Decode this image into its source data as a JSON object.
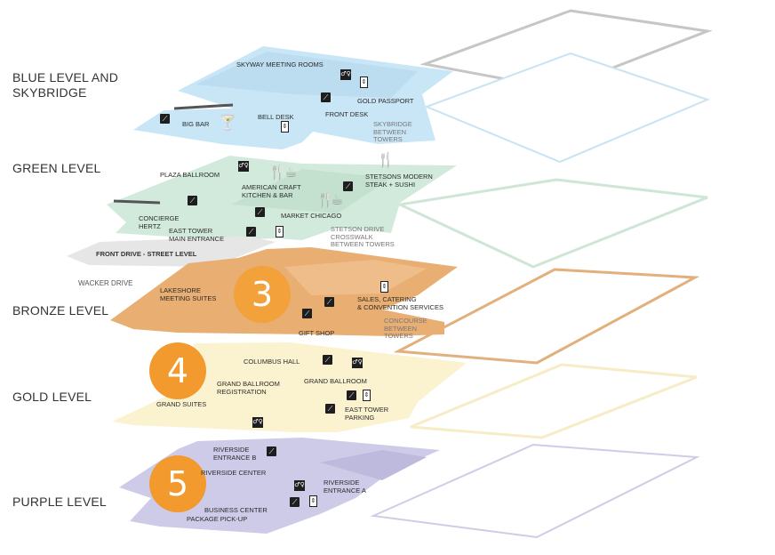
{
  "levels": {
    "blue": [
      "BLUE LEVEL AND",
      "SKYBRIDGE"
    ],
    "green": "GREEN LEVEL",
    "bronze": "BRONZE LEVEL",
    "gold": "GOLD LEVEL",
    "purple": "PURPLE LEVEL"
  },
  "badges": {
    "bronze": "3",
    "gold": "4",
    "purple": "5"
  },
  "places": {
    "skyway_meeting_rooms": "SKYWAY MEETING ROOMS",
    "gold_passport": "GOLD PASSPORT",
    "front_desk": "FRONT DESK",
    "big_bar": "BIG BAR",
    "bell_desk": "BELL DESK",
    "skybridge": [
      "SKYBRIDGE",
      "BETWEEN",
      "TOWERS"
    ],
    "plaza_ballroom": "PLAZA BALLROOM",
    "american_craft": [
      "AMERICAN CRAFT",
      "KITCHEN & BAR"
    ],
    "stetsons": [
      "STETSONS MODERN",
      "STEAK + SUSHI"
    ],
    "market_chicago": "MARKET CHICAGO",
    "concierge": [
      "CONCIERGE",
      "HERTZ"
    ],
    "east_tower_main": [
      "EAST TOWER",
      "MAIN ENTRANCE"
    ],
    "stetson_drive": [
      "STETSON DRIVE",
      "CROSSWALK",
      "BETWEEN TOWERS"
    ],
    "front_drive": "FRONT DRIVE - STREET LEVEL",
    "wacker_drive": "WACKER DRIVE",
    "lakeshore": [
      "LAKESHORE",
      "MEETING SUITES"
    ],
    "sales": [
      "SALES, CATERING",
      "& CONVENTION SERVICES"
    ],
    "concourse": [
      "CONCOURSE",
      "BETWEEN",
      "TOWERS"
    ],
    "gift_shop": "GIFT SHOP",
    "columbus_hall": "COLUMBUS HALL",
    "grand_ballroom_reg": [
      "GRAND BALLROOM",
      "REGISTRATION"
    ],
    "grand_ballroom": "GRAND BALLROOM",
    "grand_suites": "GRAND SUITES",
    "east_tower_parking": [
      "EAST TOWER",
      "PARKING"
    ],
    "riverside_b": [
      "RIVERSIDE",
      "ENTRANCE B"
    ],
    "riverside_center": "RIVERSIDE CENTER",
    "riverside_a": [
      "RIVERSIDE",
      "ENTRANCE A"
    ],
    "business_center": "BUSINESS CENTER",
    "package_pickup": "PACKAGE PICK-UP"
  },
  "colors": {
    "blue_floor": "#c9e6f7",
    "green_floor": "#d2eadb",
    "bronze_floor": "#e9ae72",
    "gold_floor": "#fbf2cf",
    "purple_floor": "#cdcbe8",
    "badge": "#f29a2e",
    "street": "#e6e6e6"
  }
}
